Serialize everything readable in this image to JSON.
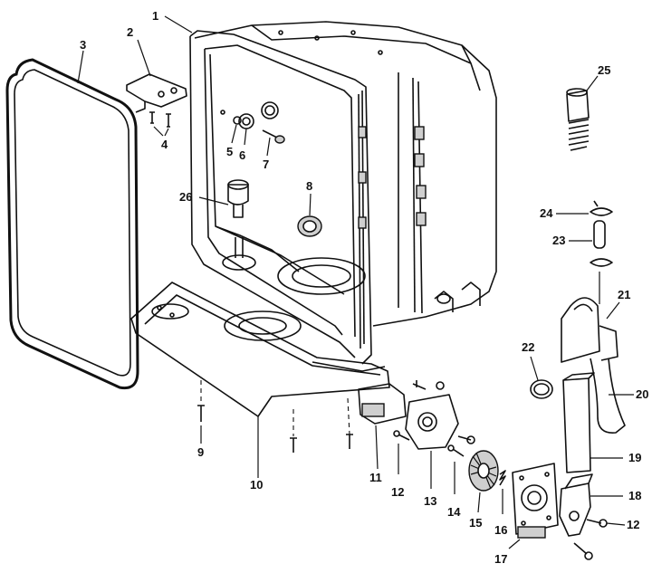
{
  "callouts": [
    {
      "id": "c1",
      "text": "1"
    },
    {
      "id": "c2",
      "text": "2"
    },
    {
      "id": "c3",
      "text": "3"
    },
    {
      "id": "c4",
      "text": "4"
    },
    {
      "id": "c5",
      "text": "5"
    },
    {
      "id": "c6",
      "text": "6"
    },
    {
      "id": "c7",
      "text": "7"
    },
    {
      "id": "c8",
      "text": "8"
    },
    {
      "id": "c9",
      "text": "9"
    },
    {
      "id": "c10",
      "text": "10"
    },
    {
      "id": "c11",
      "text": "11"
    },
    {
      "id": "c12a",
      "text": "12"
    },
    {
      "id": "c12b",
      "text": "12"
    },
    {
      "id": "c13",
      "text": "13"
    },
    {
      "id": "c14",
      "text": "14"
    },
    {
      "id": "c15",
      "text": "15"
    },
    {
      "id": "c16",
      "text": "16"
    },
    {
      "id": "c17",
      "text": "17"
    },
    {
      "id": "c18",
      "text": "18"
    },
    {
      "id": "c19",
      "text": "19"
    },
    {
      "id": "c20",
      "text": "20"
    },
    {
      "id": "c21",
      "text": "21"
    },
    {
      "id": "c22",
      "text": "22"
    },
    {
      "id": "c23",
      "text": "23"
    },
    {
      "id": "c24",
      "text": "24"
    },
    {
      "id": "c25",
      "text": "25"
    },
    {
      "id": "c26",
      "text": "26"
    }
  ]
}
